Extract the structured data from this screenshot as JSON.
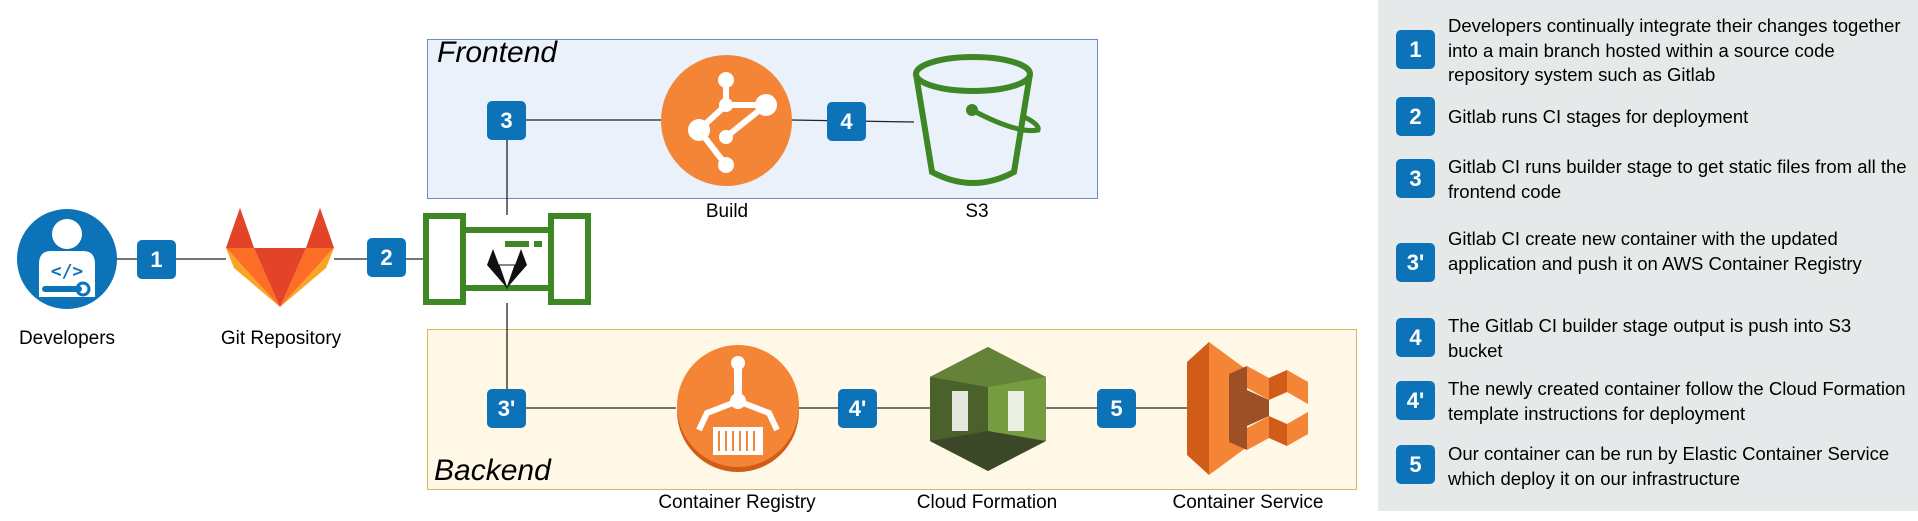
{
  "colors": {
    "badge": "#0d73b8",
    "frontend_fill": "#eaf1fb",
    "backend_fill": "#fff8e6",
    "legend_fill": "#e5e9ea",
    "aws_orange": "#f58536",
    "aws_green": "#3f8624",
    "gitlab_orange": "#e24329"
  },
  "groups": {
    "frontend": "Frontend",
    "backend": "Backend"
  },
  "nodes": {
    "developers": {
      "label": "Developers",
      "icon": "developer-icon"
    },
    "git_repository": {
      "label": "Git Repository",
      "icon": "gitlab-icon"
    },
    "gitlab_ci": {
      "label": "",
      "icon": "gitlab-ci-icon"
    },
    "build": {
      "label": "Build",
      "icon": "codebuild-icon"
    },
    "s3": {
      "label": "S3",
      "icon": "s3-bucket-icon"
    },
    "container_registry": {
      "label": "Container Registry",
      "icon": "ecr-icon"
    },
    "cloud_formation": {
      "label": "Cloud Formation",
      "icon": "cloudformation-icon"
    },
    "container_service": {
      "label": "Container Service",
      "icon": "ecs-icon"
    }
  },
  "steps": {
    "s1": "1",
    "s2": "2",
    "s3": "3",
    "s3p": "3'",
    "s4": "4",
    "s4p": "4'",
    "s5": "5"
  },
  "legend": [
    {
      "badge": "1",
      "text": "Developers continually integrate their changes together into a main branch hosted within a source code repository system such as Gitlab"
    },
    {
      "badge": "2",
      "text": "Gitlab runs CI stages for deployment"
    },
    {
      "badge": "3",
      "text": "Gitlab CI runs builder stage to get static files from all the frontend code"
    },
    {
      "badge": "3'",
      "text": "Gitlab CI create new container with the updated application and push it on AWS Container Registry"
    },
    {
      "badge": "4",
      "text": "The Gitlab CI builder stage output is push into S3 bucket"
    },
    {
      "badge": "4'",
      "text": "The newly created container follow the Cloud Formation template instructions for deployment"
    },
    {
      "badge": "5",
      "text": "Our container can be run by Elastic Container Service which deploy it on our infrastructure"
    }
  ]
}
